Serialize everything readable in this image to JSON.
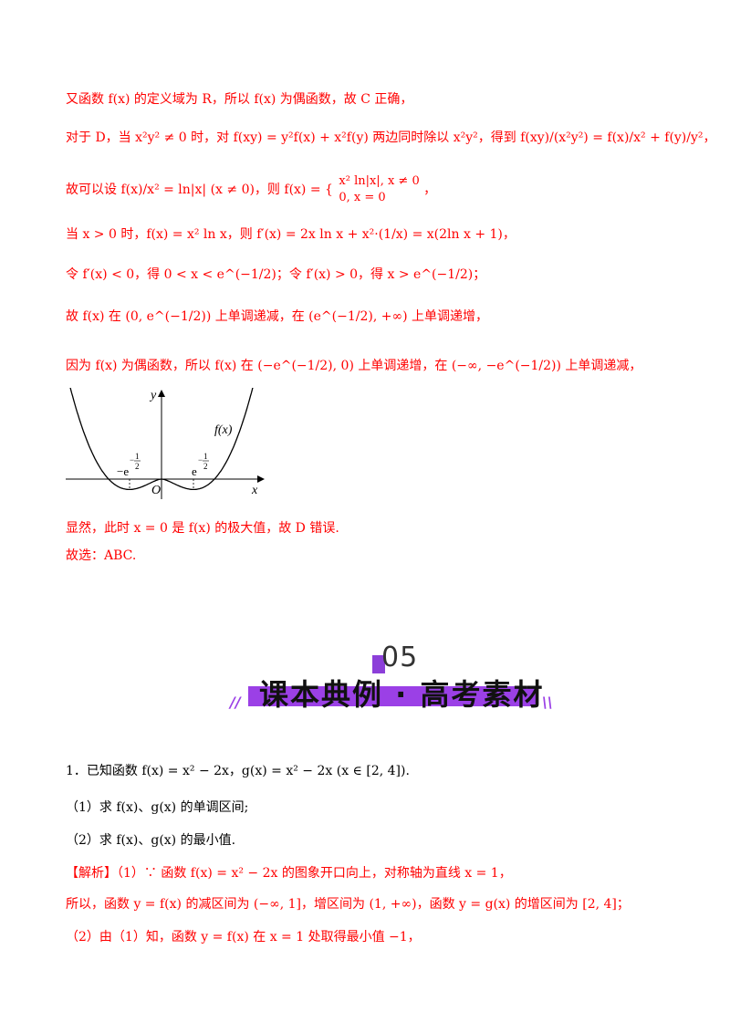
{
  "solution_part": {
    "line1": "又函数 f(x) 的定义域为 R，所以 f(x) 为偶函数，故 C 正确，",
    "line2": "对于 D，当 x²y² ≠ 0 时，对 f(xy) = y²f(x) + x²f(y) 两边同时除以 x²y²，得到 f(xy)/(x²y²) = f(x)/x² + f(y)/y²，",
    "line3a": "故可以设 f(x)/x² = ln|x| (x ≠ 0)，则 f(x) = {",
    "line3b": "x² ln|x|, x ≠ 0",
    "line3c": "0, x = 0",
    "line3d": "，",
    "line4": "当 x > 0 时，f(x) = x² ln x，则 f′(x) = 2x ln x + x²·(1/x) = x(2ln x + 1)，",
    "line5": "令 f′(x) < 0，得 0 < x < e^(−1/2)；令 f′(x) > 0，得 x > e^(−1/2)；",
    "line6": "故 f(x) 在 (0, e^(−1/2)) 上单调递减，在 (e^(−1/2), +∞) 上单调递增，",
    "line7": "因为 f(x) 为偶函数，所以 f(x) 在 (−e^(−1/2), 0) 上单调递增，在 (−∞, −e^(−1/2)) 上单调递减，",
    "line8": "显然，此时 x = 0 是 f(x) 的极大值，故 D 错误.",
    "line9": "故选：ABC."
  },
  "graph": {
    "y_label": "y",
    "x_label": "x",
    "origin_label": "O",
    "curve_label": "f(x)",
    "left_tick_label": "−e",
    "right_tick_label": "e",
    "exp_num": "1",
    "exp_den": "2",
    "exp_minus": "−"
  },
  "section": {
    "number": "05",
    "title": "课本典例 · 高考素材"
  },
  "problem": {
    "stem": "1．已知函数 f(x) = x² − 2x，g(x) = x² − 2x (x ∈ [2, 4]).",
    "q1": "（1）求 f(x)、g(x) 的单调区间;",
    "q2": "（2）求 f(x)、g(x) 的最小值.",
    "analysis_tag": "【解析】",
    "a1": "（1）∵ 函数 f(x) = x² − 2x 的图象开口向上，对称轴为直线 x = 1，",
    "a2": "所以，函数 y = f(x) 的减区间为 (−∞, 1]，增区间为 (1, +∞)，函数 y = g(x) 的增区间为 [2, 4]；",
    "a3": "（2）由（1）知，函数 y = f(x) 在 x = 1 处取得最小值 −1，"
  }
}
